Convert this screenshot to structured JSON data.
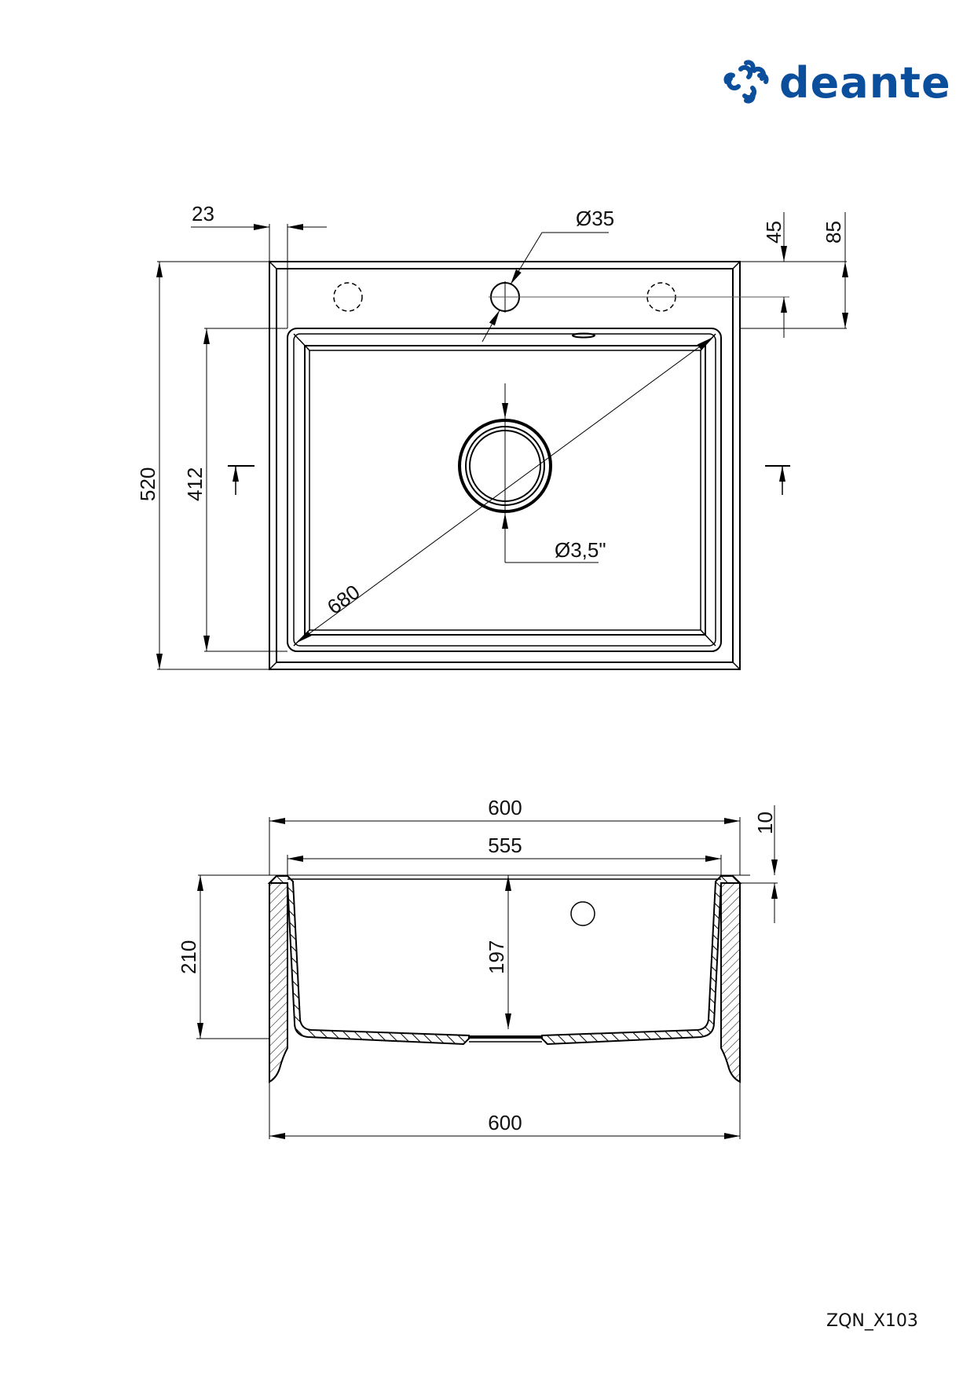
{
  "brand": {
    "name": "deante",
    "color": "#0b4f9c"
  },
  "product_code": "ZQN_X103",
  "top_view": {
    "dimensions": {
      "rim_offset": "23",
      "tap_hole_diameter": "Ø35",
      "tap_hole_from_edge": "45",
      "basin_from_edge": "85",
      "overall_depth": "520",
      "basin_depth": "412",
      "diagonal": "680",
      "drain_diameter": "Ø3,5\""
    }
  },
  "section_view": {
    "dimensions": {
      "overall_width": "600",
      "basin_width": "555",
      "rim_thickness": "10",
      "overall_height": "210",
      "basin_inner_depth": "197",
      "bottom_width": "600"
    }
  }
}
